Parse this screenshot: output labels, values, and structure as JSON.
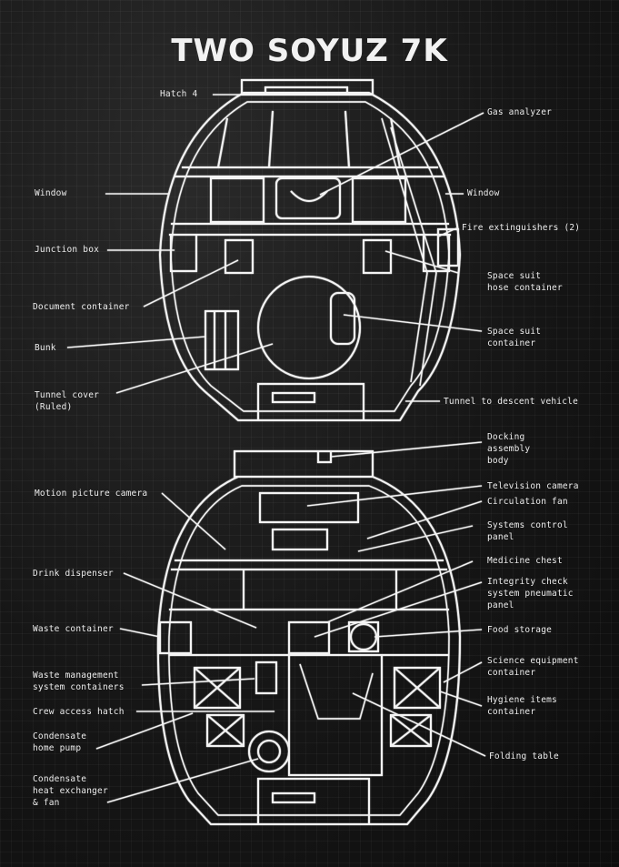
{
  "title": "TWO SOYUZ 7K",
  "colors": {
    "background": "#161616",
    "line": "#f4f4f4"
  },
  "orbital_module_labels": {
    "hatch": "Hatch 4",
    "gas_analyzer": "Gas analyzer",
    "window_left": "Window",
    "window_right": "Window",
    "fire_extinguishers": "Fire extinguishers (2)",
    "junction_box": "Junction box",
    "space_suit_hose": "Space suit\nhose container",
    "document_container": "Document container",
    "space_suit_container": "Space suit\ncontainer",
    "bunk": "Bunk",
    "tunnel_cover": "Tunnel cover\n(Ruled)",
    "tunnel_descent": "Tunnel to descent vehicle"
  },
  "descent_module_labels": {
    "docking_assembly": "Docking\nassembly\nbody",
    "motion_picture_camera": "Motion picture camera",
    "television_camera": "Television camera",
    "circulation_fan": "Circulation fan",
    "systems_control_panel": "Systems control\npanel",
    "drink_dispenser": "Drink dispenser",
    "medicine_chest": "Medicine chest",
    "integrity_check": "Integrity check\nsystem pneumatic\npanel",
    "waste_container": "Waste container",
    "food_storage": "Food storage",
    "science_equipment": "Science equipment\ncontainer",
    "waste_management": "Waste management\nsystem containers",
    "crew_access_hatch": "Crew access hatch",
    "hygiene_items": "Hygiene items\ncontainer",
    "condensate_pump": "Condensate\nhome pump",
    "folding_table": "Folding table",
    "condensate_heat_exchanger": "Condensate\nheat exchanger\n& fan"
  }
}
